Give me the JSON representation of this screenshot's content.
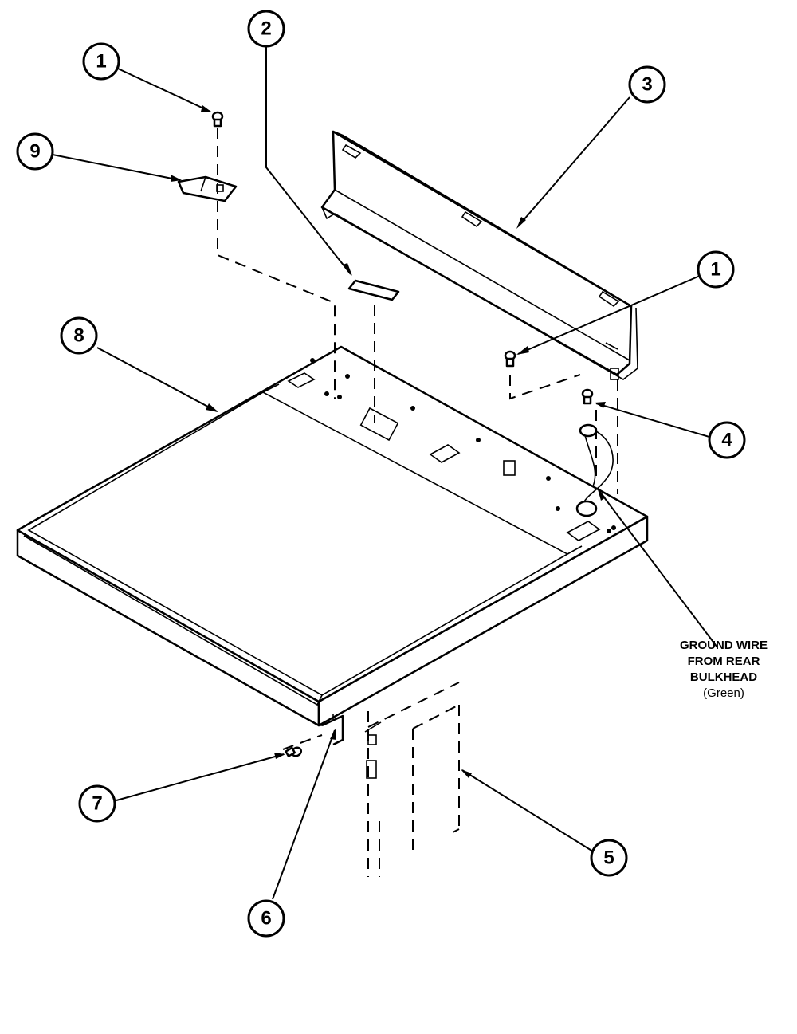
{
  "callouts": [
    {
      "id": "c1a",
      "label": "1"
    },
    {
      "id": "c2",
      "label": "2"
    },
    {
      "id": "c3",
      "label": "3"
    },
    {
      "id": "c9",
      "label": "9"
    },
    {
      "id": "c1b",
      "label": "1"
    },
    {
      "id": "c8",
      "label": "8"
    },
    {
      "id": "c4",
      "label": "4"
    },
    {
      "id": "c7",
      "label": "7"
    },
    {
      "id": "c5",
      "label": "5"
    },
    {
      "id": "c6",
      "label": "6"
    }
  ],
  "note": {
    "line1": "GROUND WIRE",
    "line2": "FROM REAR",
    "line3": "BULKHEAD",
    "line4": "(Green)"
  },
  "colors": {
    "ink": "#000000",
    "paper": "#ffffff"
  }
}
